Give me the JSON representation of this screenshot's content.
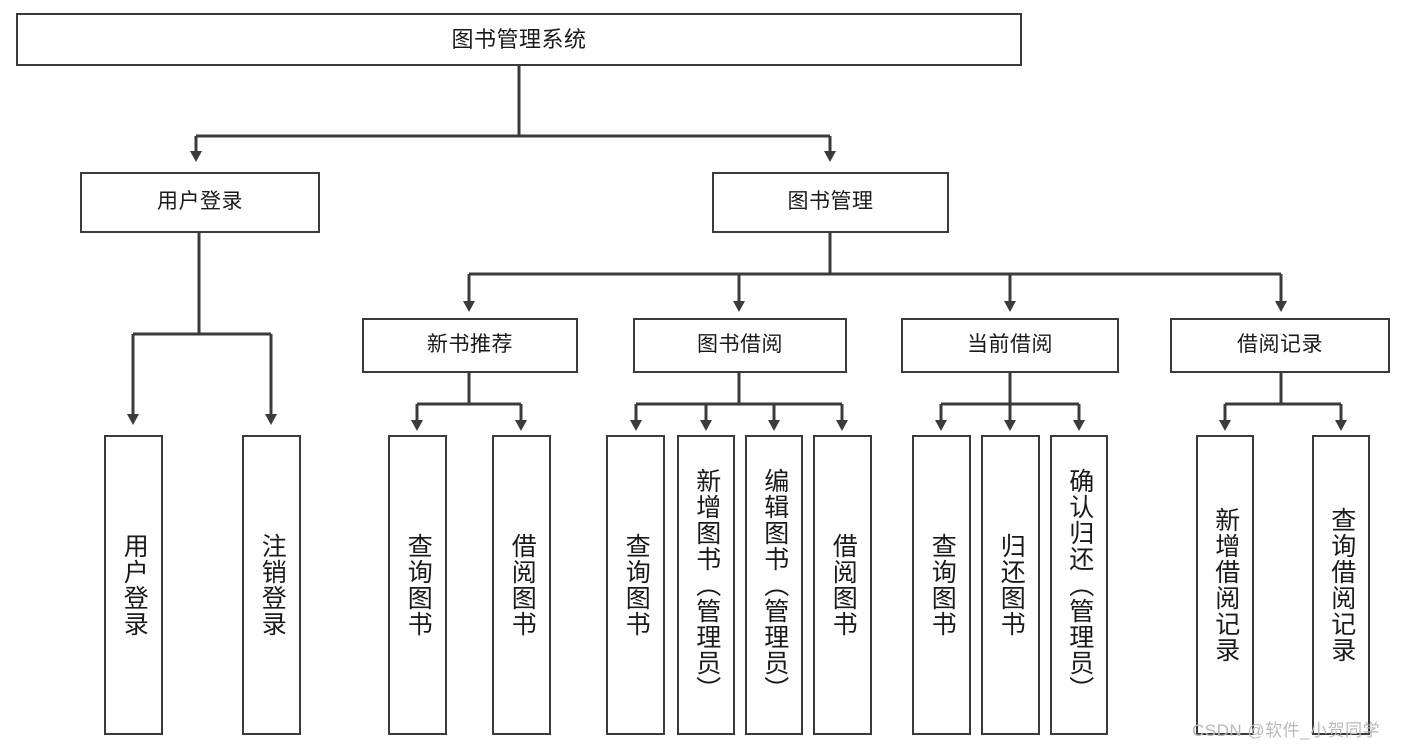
{
  "diagram": {
    "type": "tree-hierarchy-diagram",
    "title": "图书管理系统",
    "orientation": "top-down",
    "colors": {
      "box_border": "#3b3b3b",
      "box_fill": "#ffffff",
      "edge": "#3b3b3b",
      "text": "#1a1a1a",
      "watermark": "#b9b9b9",
      "background": "#ffffff"
    },
    "levels": {
      "root": [
        "图书管理系统"
      ],
      "level2": [
        "用户登录",
        "图书管理"
      ],
      "level3": [
        "新书推荐",
        "图书借阅",
        "当前借阅",
        "借阅记录"
      ],
      "leaves": [
        "用户登录",
        "注销登录",
        "查询图书",
        "借阅图书",
        "查询图书",
        "新增图书（管理员）",
        "编辑图书（管理员）",
        "借阅图书",
        "查询图书",
        "归还图书",
        "确认归还（管理员）",
        "新增借阅记录",
        "查询借阅记录"
      ]
    }
  },
  "nodes": {
    "root": {
      "label": "图书管理系统"
    },
    "user_login": {
      "label": "用户登录"
    },
    "book_manage": {
      "label": "图书管理"
    },
    "new_book_rec": {
      "label": "新书推荐"
    },
    "book_borrow": {
      "label": "图书借阅"
    },
    "current_borrow": {
      "label": "当前借阅"
    },
    "borrow_record": {
      "label": "借阅记录"
    },
    "leaf_user_login": {
      "label": "用户登录"
    },
    "leaf_logout": {
      "label": "注销登录"
    },
    "leaf_query_book_1": {
      "label": "查询图书"
    },
    "leaf_borrow_book_1": {
      "label": "借阅图书"
    },
    "leaf_query_book_2": {
      "label": "查询图书"
    },
    "leaf_add_book": {
      "label": "新增图书（管理员）"
    },
    "leaf_edit_book": {
      "label": "编辑图书（管理员）"
    },
    "leaf_borrow_book_2": {
      "label": "借阅图书"
    },
    "leaf_query_book_3": {
      "label": "查询图书"
    },
    "leaf_return_book": {
      "label": "归还图书"
    },
    "leaf_confirm_return": {
      "label": "确认归还（管理员）"
    },
    "leaf_add_record": {
      "label": "新增借阅记录"
    },
    "leaf_query_record": {
      "label": "查询借阅记录"
    }
  },
  "watermark": {
    "text": "CSDN @软件_小贺同学"
  }
}
